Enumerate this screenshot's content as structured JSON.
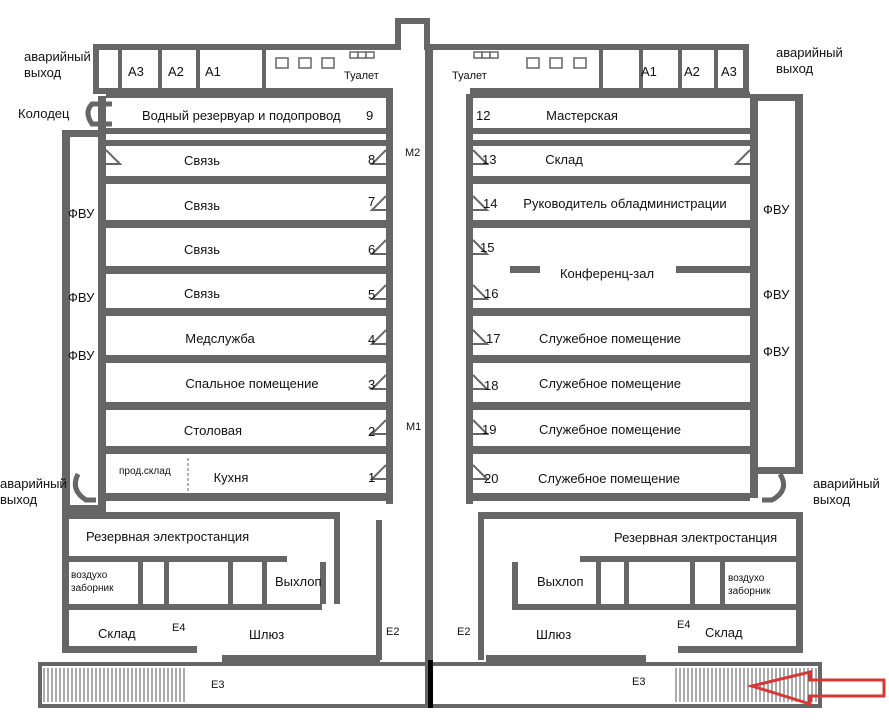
{
  "labels": {
    "exit_tl": "аварийный\nвыход",
    "exit_tr": "аварийный\nвыход",
    "exit_bl": "аварийный\nвыход",
    "exit_br": "аварийный\nвыход",
    "well": "Колодец",
    "a3": "А3",
    "a2": "А2",
    "a1": "А1",
    "toilet": "Туалет",
    "m1": "М1",
    "m2": "М2",
    "fvu": "ФВУ",
    "e2": "Е2",
    "e3": "Е3",
    "e4": "Е4"
  },
  "left_rooms": [
    {
      "name": "Водный резервуар и подопровод",
      "num": "9"
    },
    {
      "name": "Связь",
      "num": "8"
    },
    {
      "name": "Связь",
      "num": "7"
    },
    {
      "name": "Связь",
      "num": "6"
    },
    {
      "name": "Связь",
      "num": "5"
    },
    {
      "name": "Медслужба",
      "num": "4"
    },
    {
      "name": "Спальное помещение",
      "num": "3"
    },
    {
      "name": "Столовая",
      "num": "2"
    },
    {
      "name": "Кухня",
      "num": "1"
    }
  ],
  "storage_small": "прод.склад",
  "right_rooms": [
    {
      "name": "Мастерская",
      "num": "12"
    },
    {
      "name": "Склад",
      "num": "13"
    },
    {
      "name": "Руководитель обладминистрации",
      "num": "14"
    },
    {
      "name": "",
      "num": "15"
    },
    {
      "name": "Конференц-зал",
      "num": ""
    },
    {
      "name": "",
      "num": "16"
    },
    {
      "name": "Служебное помещение",
      "num": "17"
    },
    {
      "name": "Служебное помещение",
      "num": "18"
    },
    {
      "name": "Служебное помещение",
      "num": "19"
    },
    {
      "name": "Служебное помещение",
      "num": "20"
    }
  ],
  "bottom": {
    "power_left": "Резервная электростанция",
    "power_right": "Резервная электростанция",
    "air_left": "воздухо\nзаборник",
    "air_right": "воздухо\nзаборник",
    "exhaust_left": "Выхлоп",
    "exhaust_right": "Выхлоп",
    "store_left": "Склад",
    "store_right": "Склад",
    "lock_left": "Шлюз",
    "lock_right": "Шлюз"
  },
  "colors": {
    "wall": "#666666",
    "arrow": "#d93636"
  }
}
